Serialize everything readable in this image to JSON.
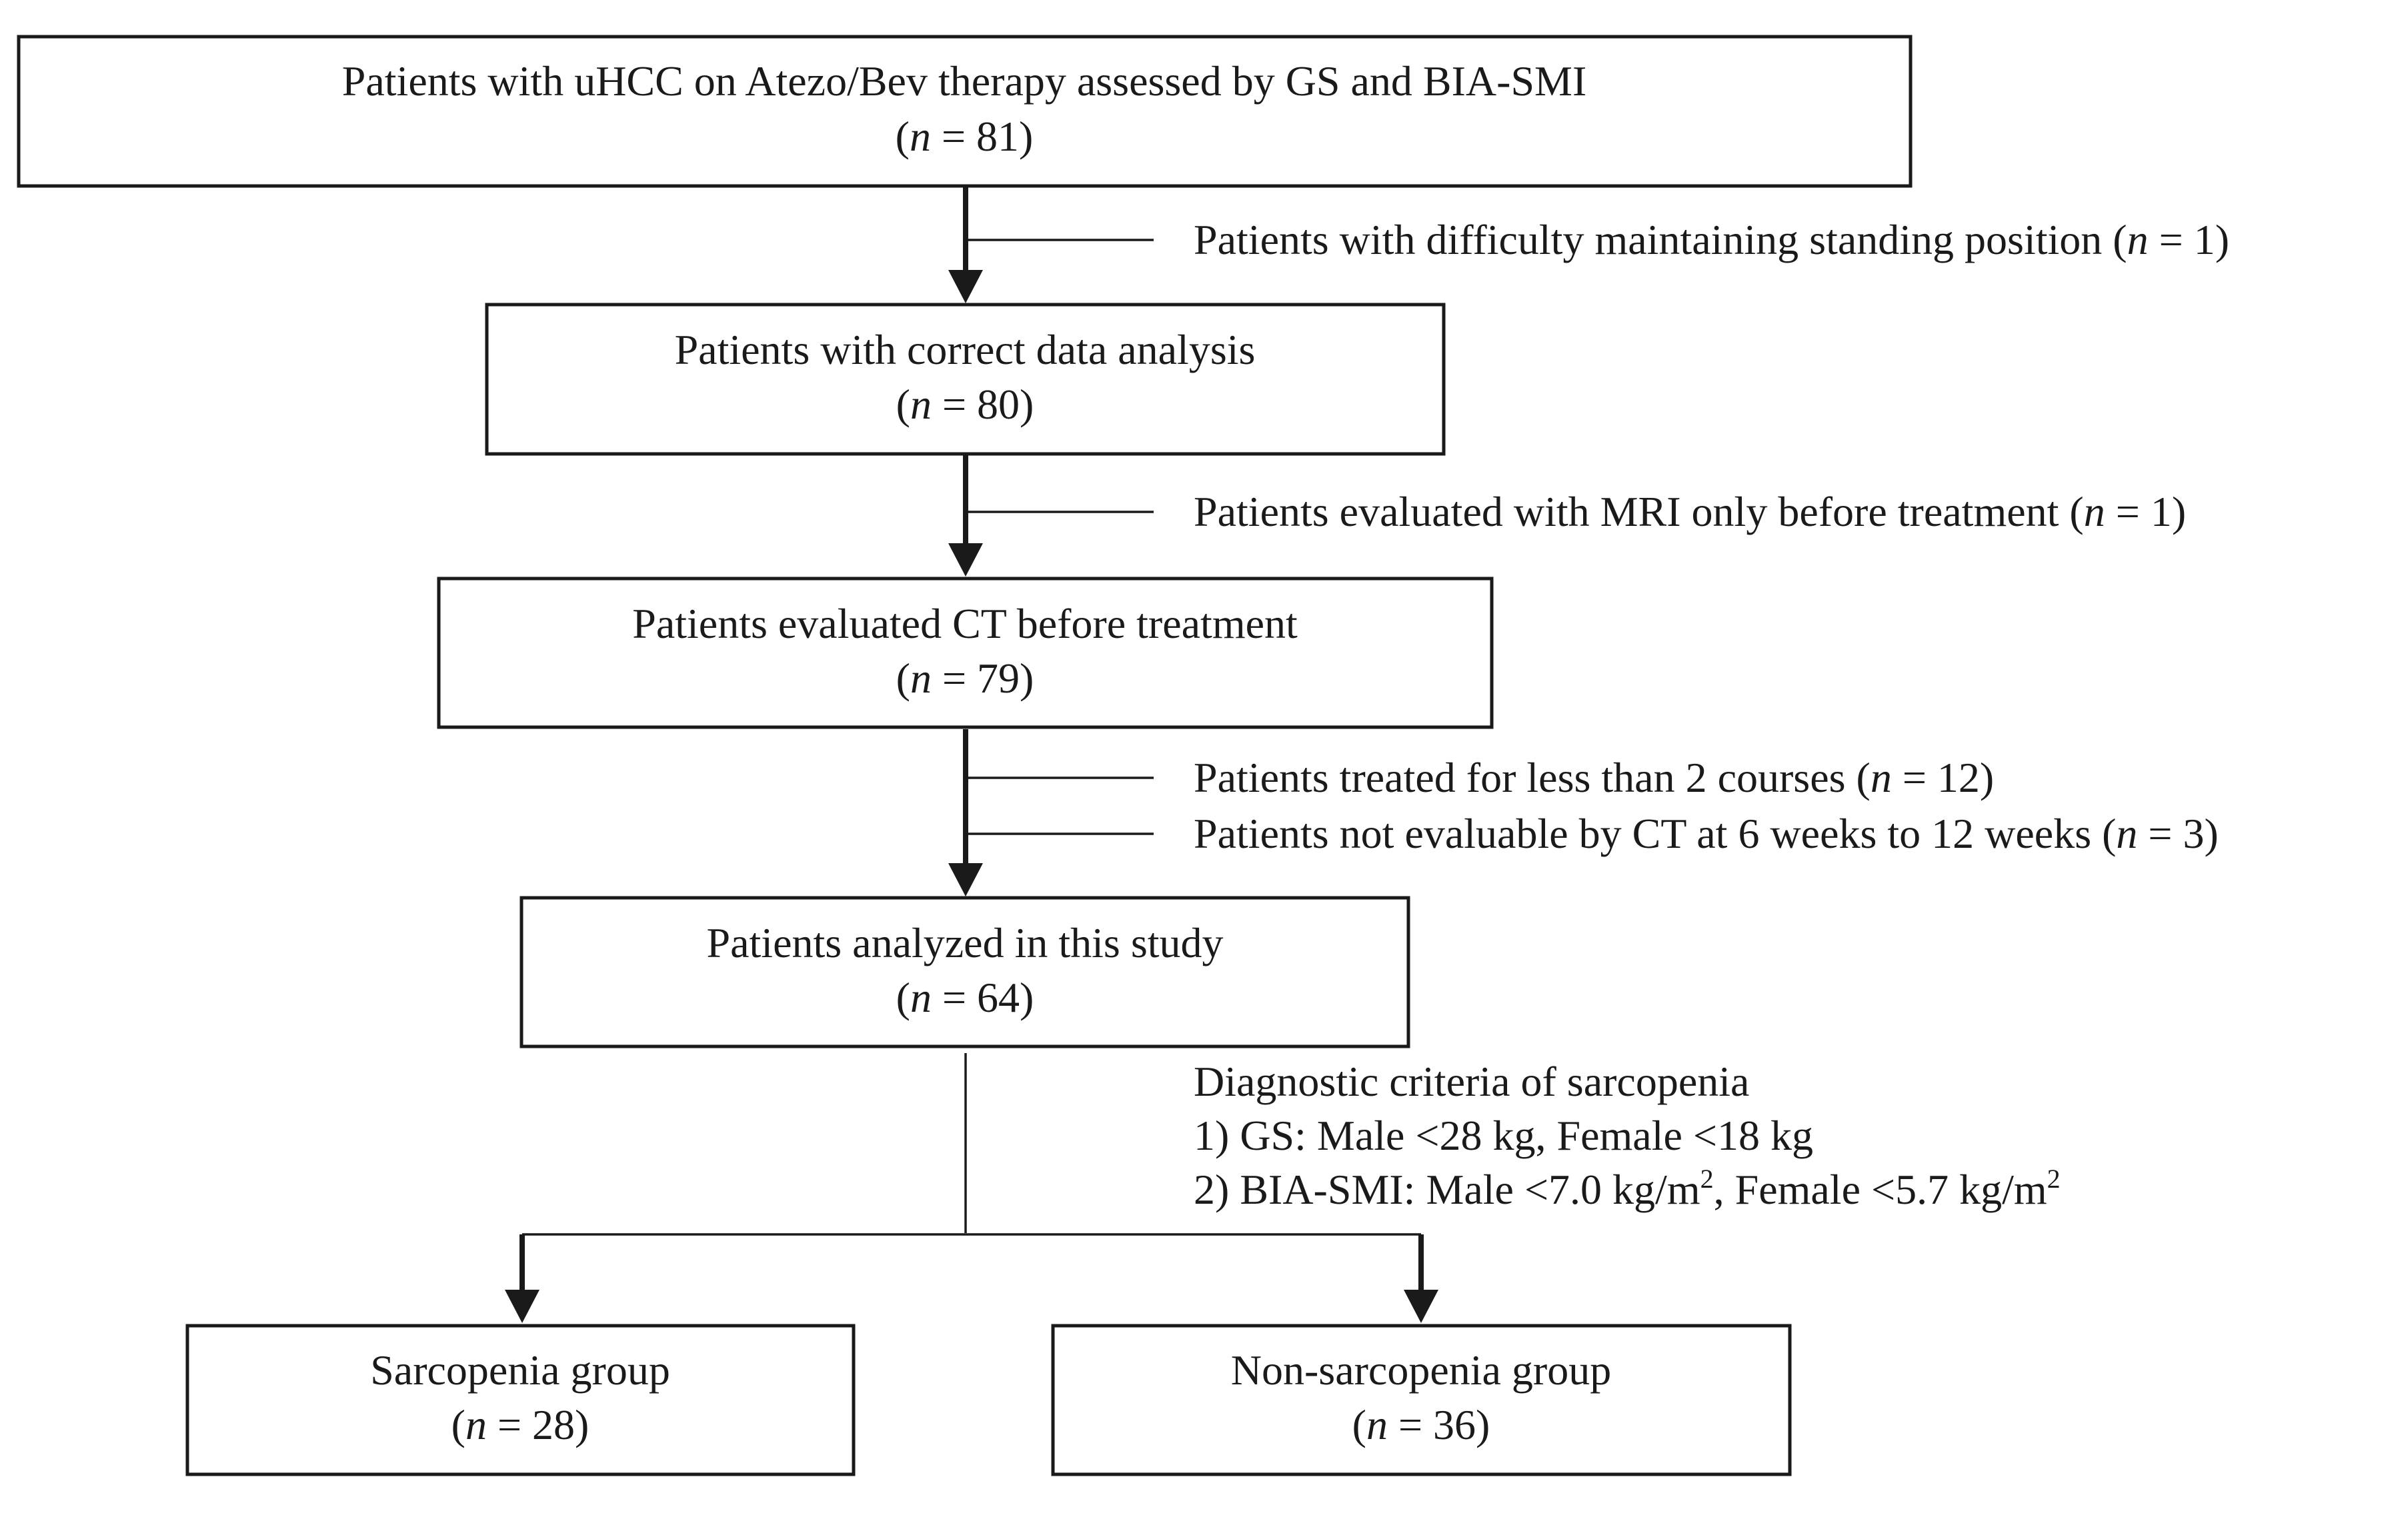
{
  "diagram": {
    "boxes": {
      "enrolled": {
        "line1": "Patients with uHCC on  Atezo/Bev therapy assessed by GS and BIA-SMI",
        "n_var": "n",
        "n_value": " = 81"
      },
      "correct_data": {
        "line1": "Patients with correct data analysis",
        "n_var": "n",
        "n_value": " = 80"
      },
      "ct_evaluated": {
        "line1": "Patients evaluated CT before treatment",
        "n_var": "n",
        "n_value": " = 79"
      },
      "analyzed": {
        "line1": "Patients analyzed in this study",
        "n_var": "n",
        "n_value": " = 64"
      },
      "sarcopenia": {
        "line1": "Sarcopenia group",
        "n_var": "n",
        "n_value": " = 28"
      },
      "non_sarcopenia": {
        "line1": "Non-sarcopenia group",
        "n_var": "n",
        "n_value": " = 36"
      }
    },
    "exclusions": [
      {
        "text": "Patients with difficulty maintaining standing position",
        "n_var": "n",
        "n_value": " = 1"
      },
      {
        "text": "Patients evaluated with MRI only before treatment",
        "n_var": "n",
        "n_value": " = 1"
      },
      {
        "text": "Patients treated for less than 2 courses",
        "n_var": "n",
        "n_value": " = 12"
      },
      {
        "text": "Patients not evaluable by CT at 6 weeks to 12 weeks",
        "n_var": "n",
        "n_value": " = 3"
      }
    ],
    "criteria": {
      "title": "Diagnostic criteria of sarcopenia",
      "gs": "1) GS: Male <28 kg, Female <18 kg",
      "bia_prefix": "2) BIA-SMI: Male <7.0 kg/m",
      "bia_sup1": "2",
      "bia_middle": ", Female <5.7 kg/m",
      "bia_sup2": "2"
    },
    "punctuation": {
      "open": "(",
      "close": ")"
    }
  }
}
